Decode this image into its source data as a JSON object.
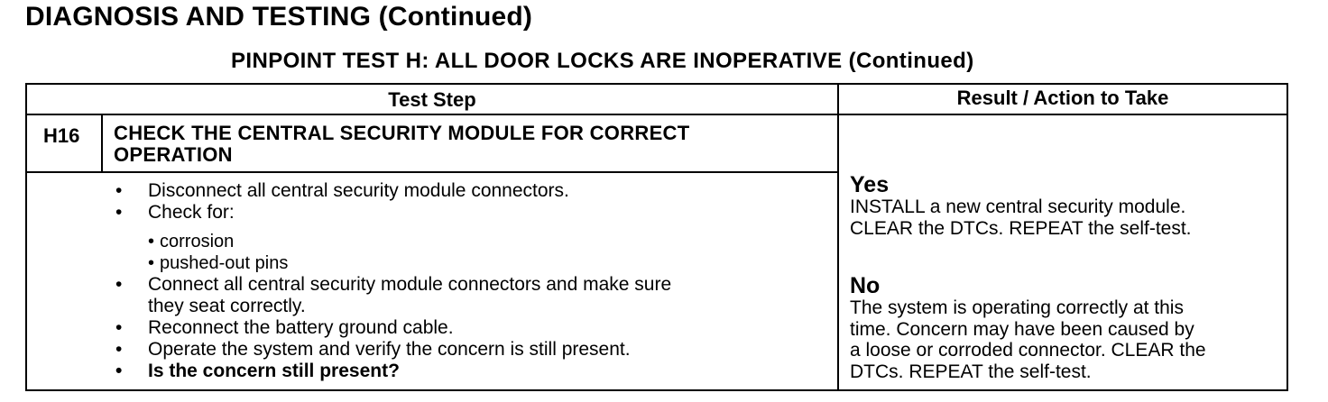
{
  "page": {
    "heading": "DIAGNOSIS AND TESTING (Continued)",
    "subheading": "PINPOINT TEST H: ALL DOOR LOCKS ARE INOPERATIVE (Continued)"
  },
  "table": {
    "headers": {
      "step": "Test Step",
      "result": "Result / Action to Take"
    },
    "step_id": "H16",
    "step_title_line1": "CHECK THE CENTRAL SECURITY MODULE FOR CORRECT",
    "step_title_line2": "OPERATION",
    "bullet_glyph": "•",
    "items": [
      "Disconnect all central security module connectors.",
      "Check for:",
      "Connect all central security module connectors and make sure",
      "they seat correctly.",
      "Reconnect the battery ground cable.",
      "Operate the system and verify the concern is still present.",
      "Is the concern still present?"
    ],
    "subitems": [
      "corrosion",
      "pushed-out pins"
    ],
    "yes": {
      "label": "Yes",
      "lines": [
        "INSTALL a new central security module.",
        "CLEAR the DTCs. REPEAT the self-test."
      ]
    },
    "no": {
      "label": "No",
      "lines": [
        "The system is operating correctly at this",
        "time. Concern may have been caused by",
        "a loose or corroded connector. CLEAR the",
        "DTCs. REPEAT the self-test."
      ]
    }
  }
}
